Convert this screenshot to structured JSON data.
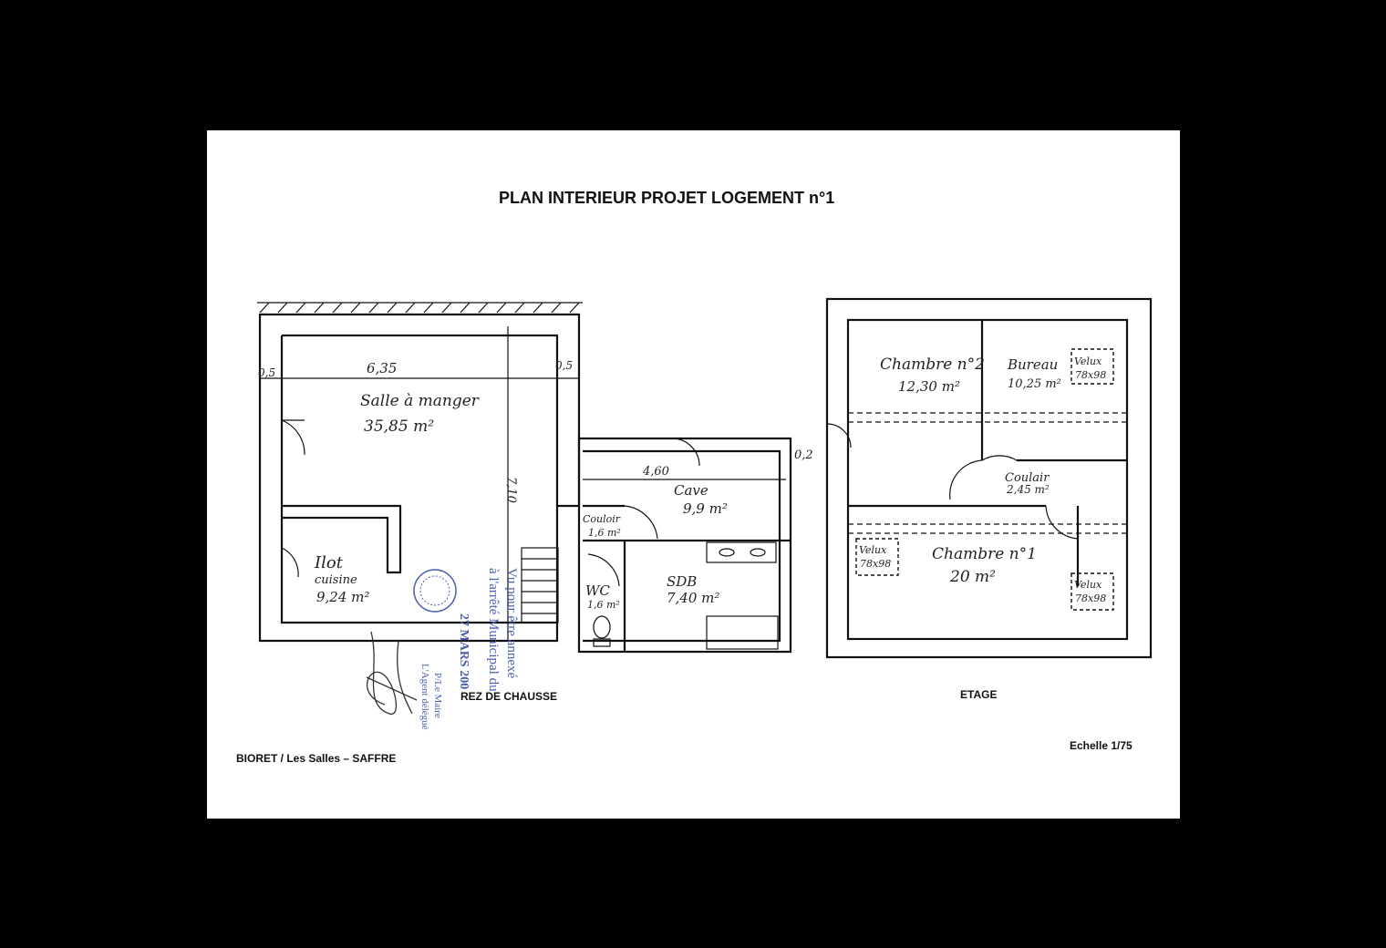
{
  "title": "PLAN INTERIEUR PROJET LOGEMENT n°1",
  "ground_floor": {
    "label": "REZ DE CHAUSSE",
    "dims": {
      "top_left": "0,5",
      "top_main": "6,35",
      "top_right": "0,5",
      "vertical": "7,10",
      "cave_width": "4,60",
      "right_gap": "0,2"
    },
    "rooms": {
      "salle_name": "Salle à manger",
      "salle_area": "35,85 m²",
      "ilot_name": "Ilot",
      "cuisine_name": "cuisine",
      "cuisine_area": "9,24 m²",
      "cave_name": "Cave",
      "cave_area": "9,9 m²",
      "couloir_name": "Couloir",
      "couloir_area": "1,6 m²",
      "wc_name": "WC",
      "wc_area": "1,6 m²",
      "sdb_name": "SDB",
      "sdb_area": "7,40 m²"
    }
  },
  "upper_floor": {
    "label": "ETAGE",
    "rooms": {
      "ch2_name": "Chambre n°2",
      "ch2_area": "12,30 m²",
      "bureau_name": "Bureau",
      "bureau_area": "10,25 m²",
      "couloir_name": "Coulair",
      "couloir_area": "2,45 m²",
      "ch1_name": "Chambre n°1",
      "ch1_area": "20 m²"
    },
    "velux": {
      "label": "Velux",
      "size": "78x98"
    }
  },
  "footer": {
    "location": "BIORET / Les Salles – SAFFRE",
    "scale": "Echelle 1/75"
  },
  "stamp": {
    "line1": "Vu pour être annexé",
    "line2": "à l'arrêté Municipal du",
    "date": "27 MARS 200",
    "signer1": "P/Le Maire",
    "signer2": "L'Agent délégué"
  },
  "colors": {
    "stamp_ink": "#4a5fb0",
    "paper": "#ffffff",
    "background": "#000000"
  }
}
